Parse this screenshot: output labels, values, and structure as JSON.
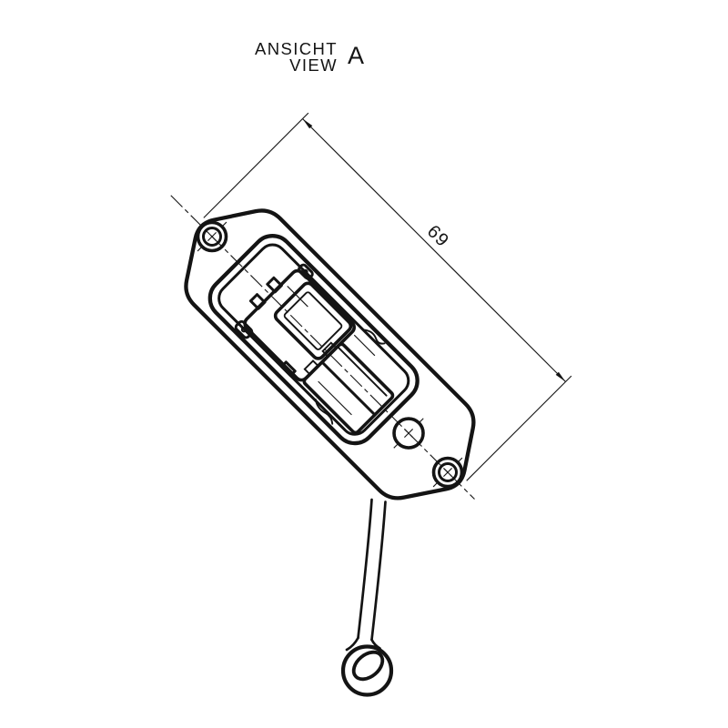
{
  "page": {
    "background_color": "#ffffff",
    "line_color": "#141414"
  },
  "view_header": {
    "label_line1": "ANSICHT",
    "label_line2": "VIEW",
    "view_letter": "A"
  },
  "dimension": {
    "value": "69"
  }
}
